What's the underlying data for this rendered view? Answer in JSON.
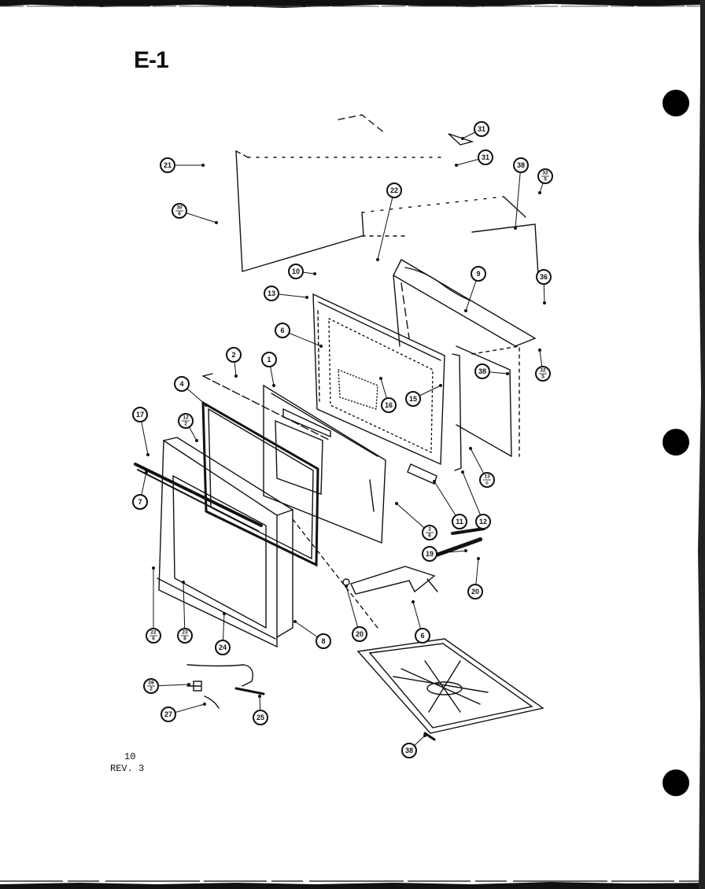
{
  "diagram": {
    "title": "E-1",
    "page_number": "10",
    "revision": "REV. 3",
    "callouts": [
      "21",
      "30\n6",
      "22",
      "31",
      "31",
      "38",
      "32\n5",
      "10",
      "13",
      "9",
      "36",
      "6",
      "1",
      "2",
      "4",
      "16",
      "15",
      "38",
      "32\n5",
      "17",
      "12\n2",
      "7",
      "13\nc",
      "11",
      "12",
      "2\n6",
      "19",
      "20",
      "20",
      "6",
      "22\n6",
      "23\n6",
      "24",
      "8",
      "28\n2",
      "27",
      "25",
      "38"
    ]
  }
}
